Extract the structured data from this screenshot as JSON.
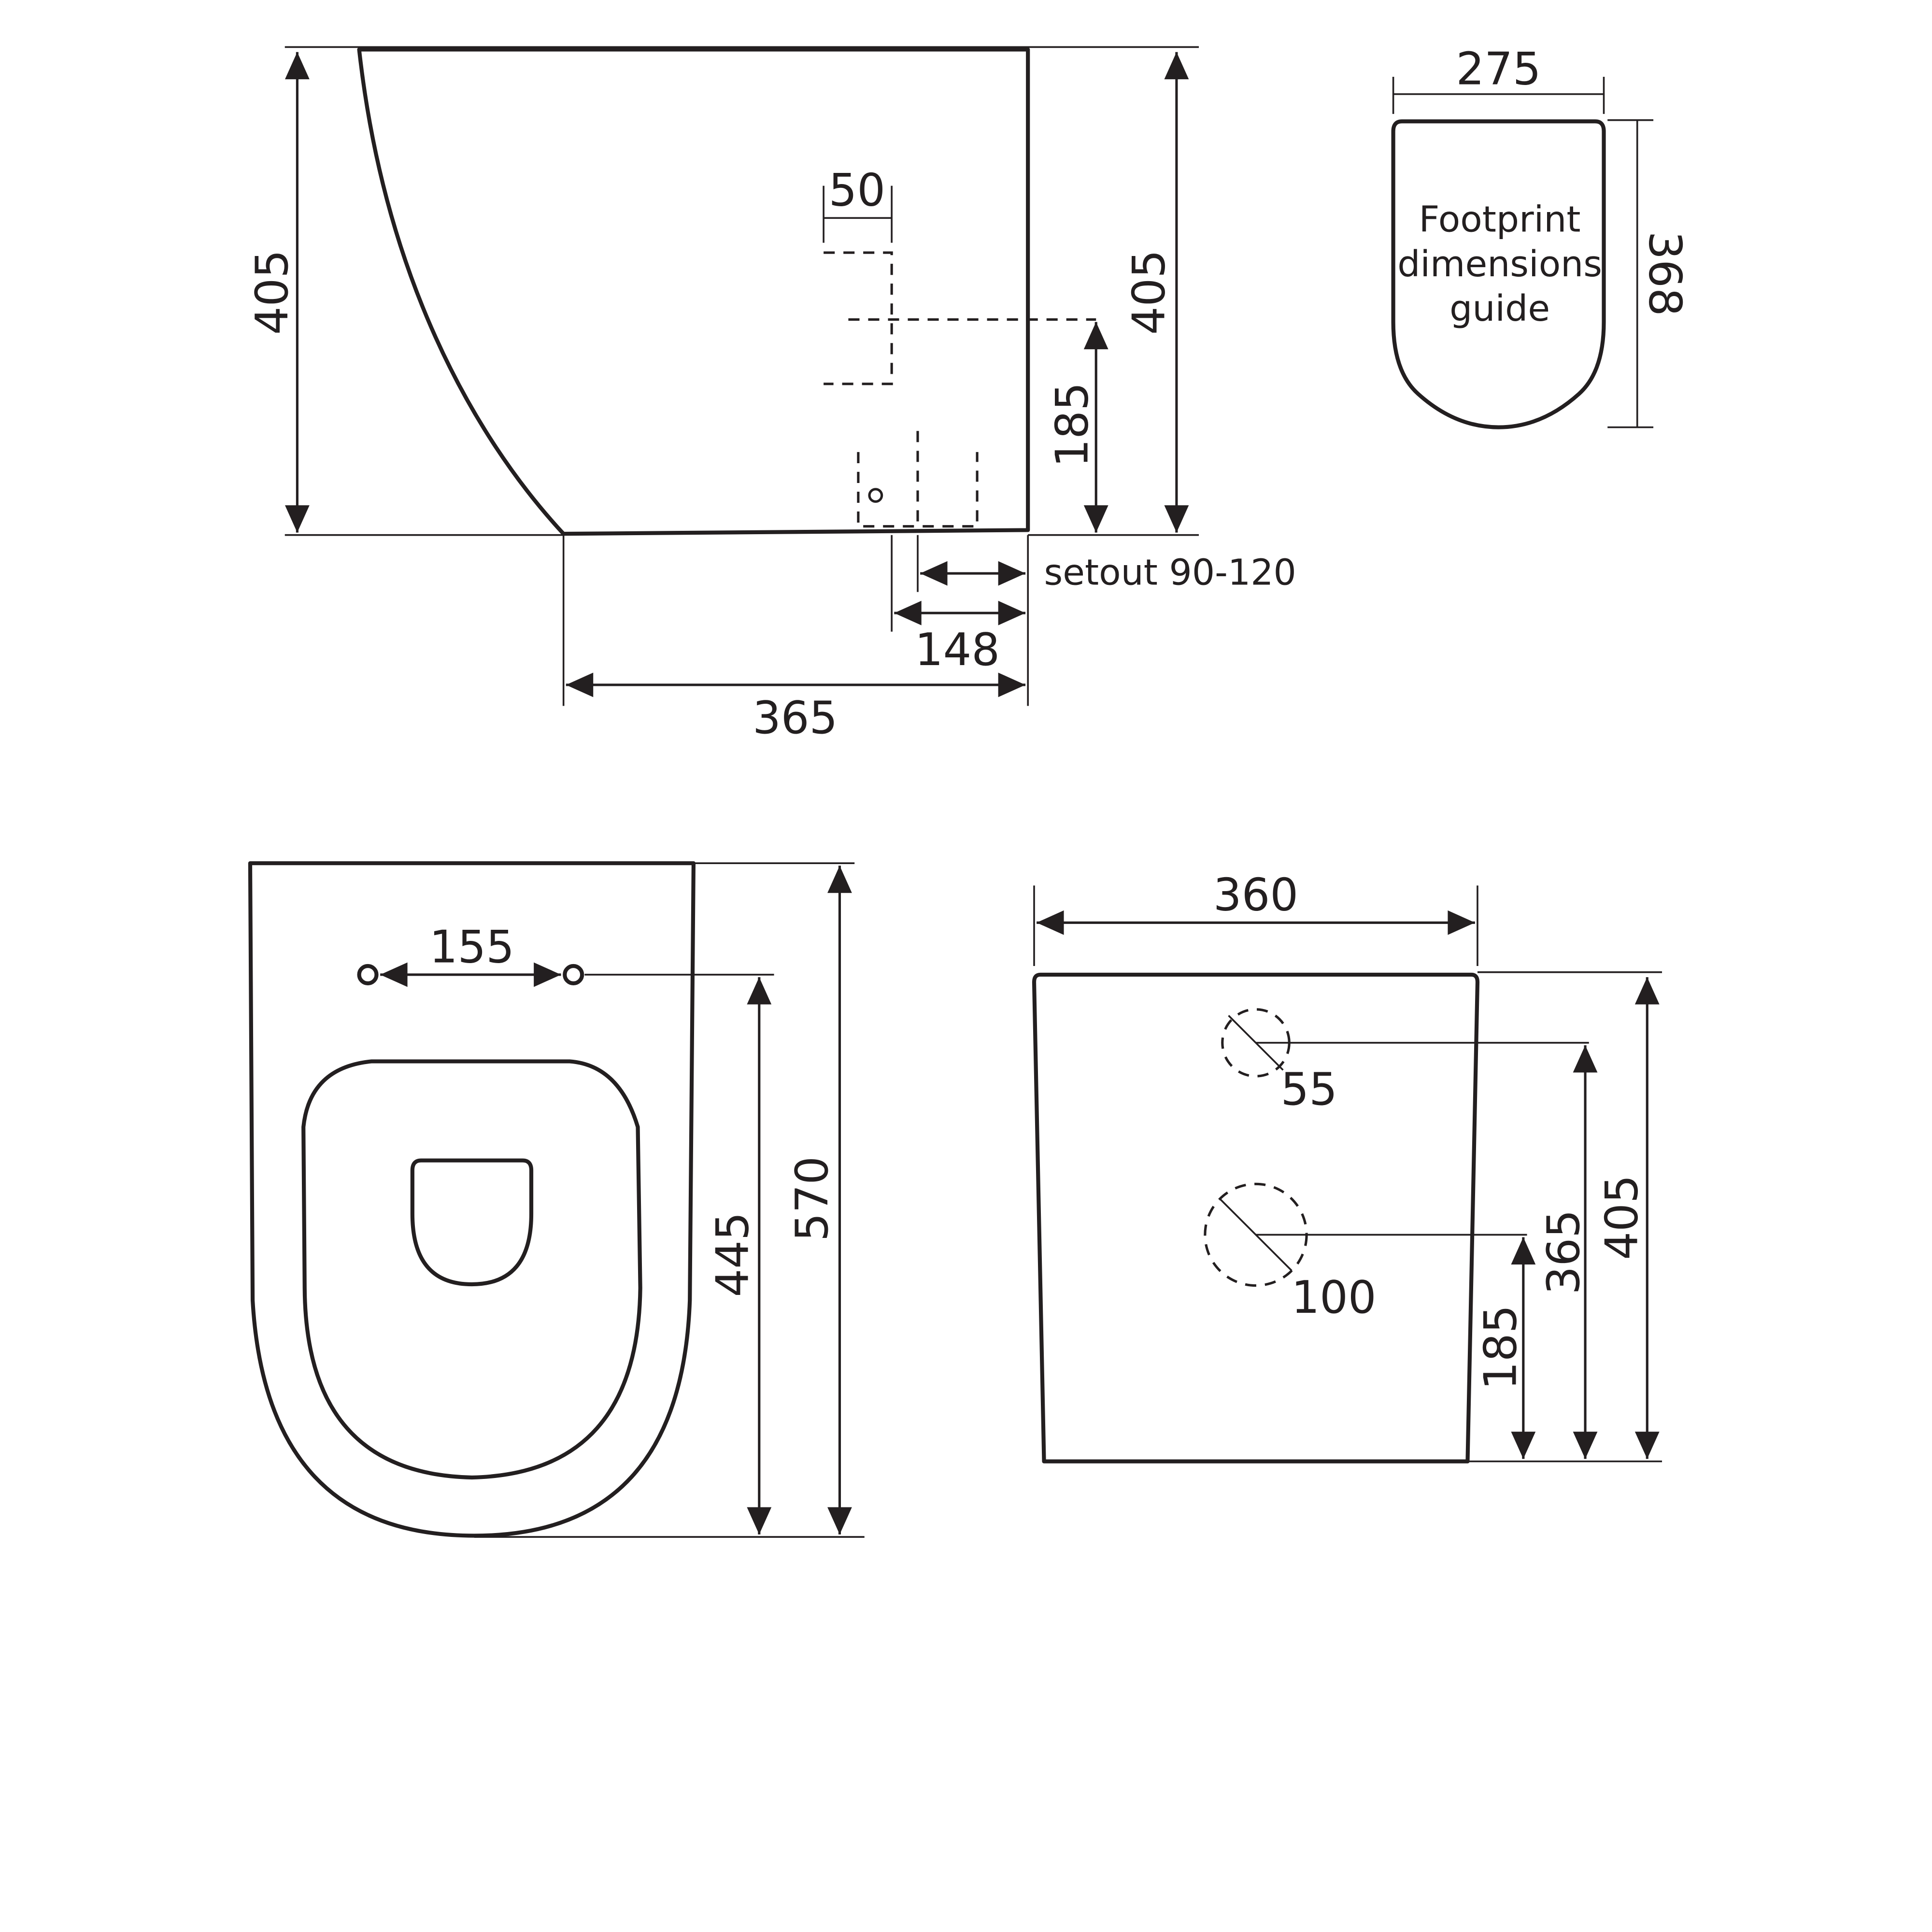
{
  "side_view": {
    "height_left": "405",
    "height_right": "405",
    "outlet_height": "185",
    "pipe_width": "50",
    "setout": "setout 90-120",
    "outlet_offset": "148",
    "depth": "365"
  },
  "footprint": {
    "width": "275",
    "length": "368",
    "label_lines": [
      "Footprint",
      "dimensions",
      "guide"
    ]
  },
  "top_view": {
    "fixing_spacing": "155",
    "seat_to_fixing": "445",
    "overall_length": "570"
  },
  "back_view": {
    "width": "360",
    "height": "405",
    "inlet_55_height": "365",
    "inlet_55_dia": "55",
    "inlet_100_dia": "100",
    "inlet_100_height": "185"
  }
}
